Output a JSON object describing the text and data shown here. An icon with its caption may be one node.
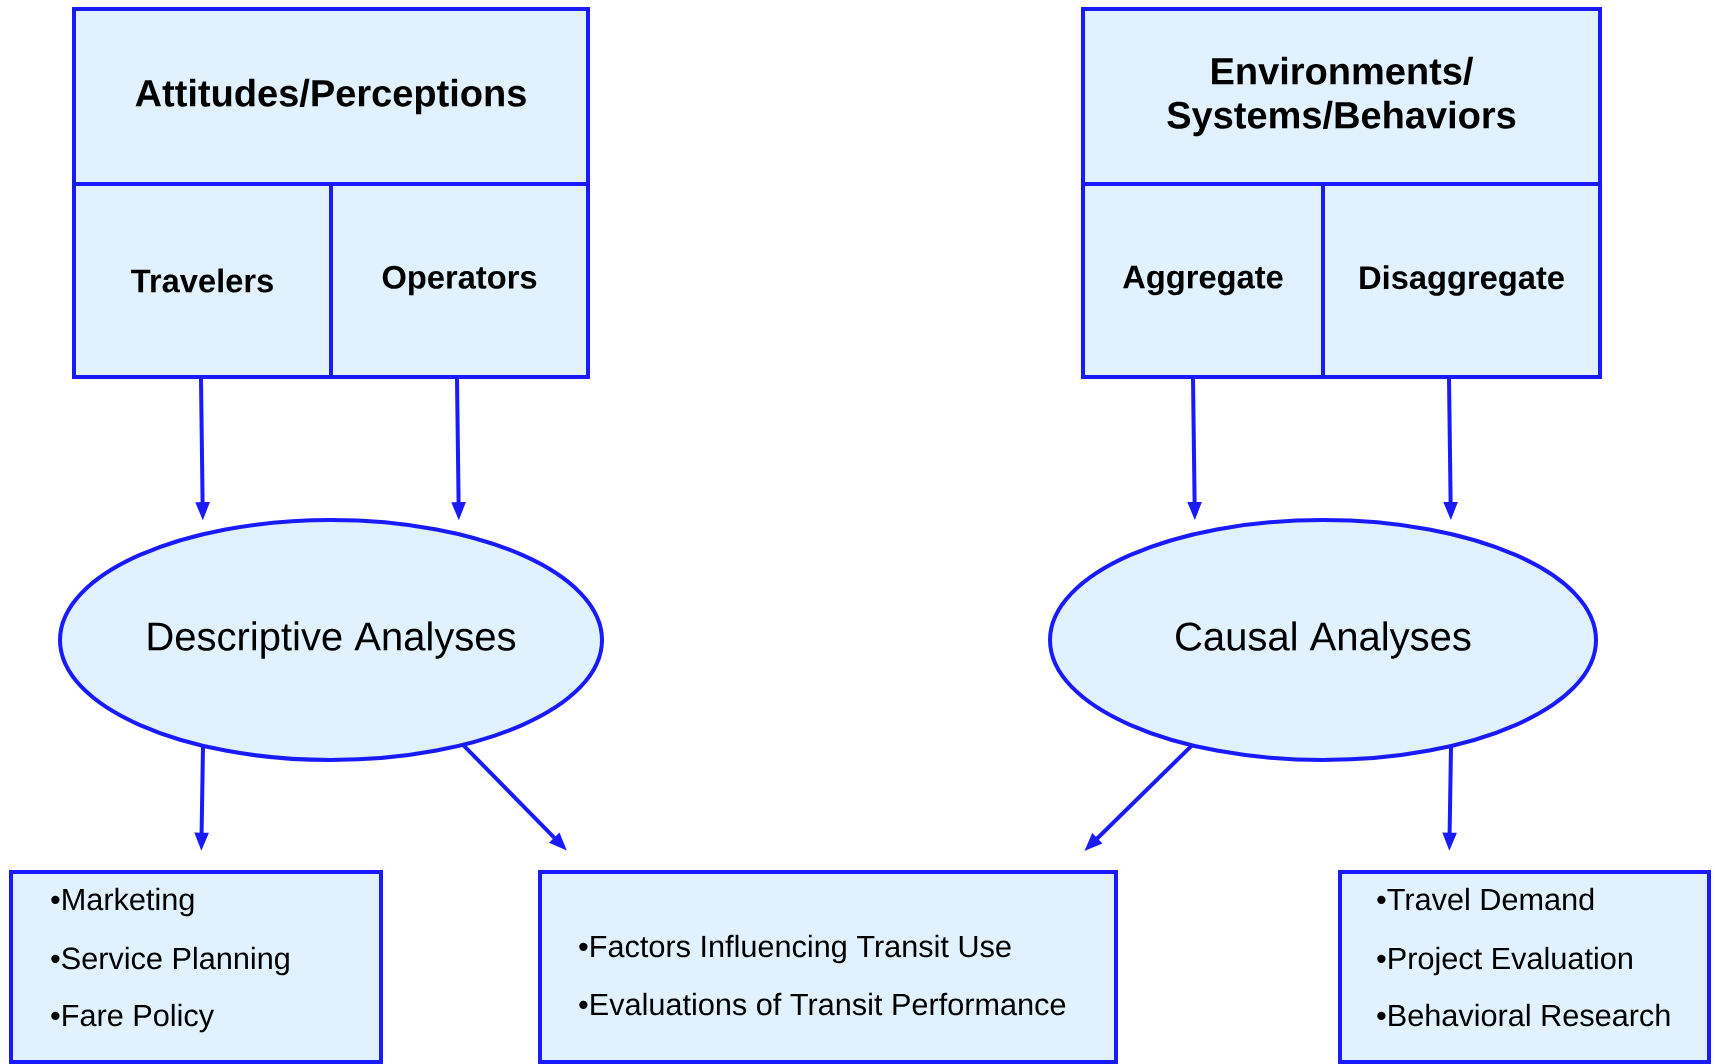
{
  "diagram": {
    "nodes": [
      {
        "text": [
          "Attitudes/Perceptions"
        ]
      },
      {
        "text": [
          "Travelers"
        ],
        "in": 0
      },
      {
        "text": [
          "Operators"
        ],
        "in": 0
      },
      {
        "text": [
          "Environments/ Systems/Behaviors"
        ]
      },
      {
        "text": [
          "Aggregate"
        ],
        "in": 3
      },
      {
        "text": [
          "Disaggregate"
        ],
        "in": 3
      },
      {
        "text": [
          "Descriptive Analyses"
        ]
      },
      {
        "text": [
          "Causal Analyses"
        ]
      },
      {
        "text": [
          "•Marketing",
          "•Service Planning",
          "•Fare Policy"
        ]
      },
      {
        "text": [
          "•Factors Influencing Transit Use",
          "•Evaluations of Transit Performance"
        ]
      },
      {
        "text": [
          "•Travel Demand",
          "•Project Evaluation",
          "•Behavioral Research"
        ]
      }
    ],
    "edges": [
      {
        "from": 1,
        "to": 6,
        "arrow": "to"
      },
      {
        "from": 2,
        "to": 6,
        "arrow": "to"
      },
      {
        "from": 4,
        "to": 7,
        "arrow": "to"
      },
      {
        "from": 5,
        "to": 7,
        "arrow": "to"
      },
      {
        "from": 6,
        "to": 8,
        "arrow": "to"
      },
      {
        "from": 6,
        "to": 9,
        "arrow": "to"
      },
      {
        "from": 7,
        "to": 9,
        "arrow": "to"
      },
      {
        "from": 7,
        "to": 10,
        "arrow": "to"
      }
    ]
  }
}
